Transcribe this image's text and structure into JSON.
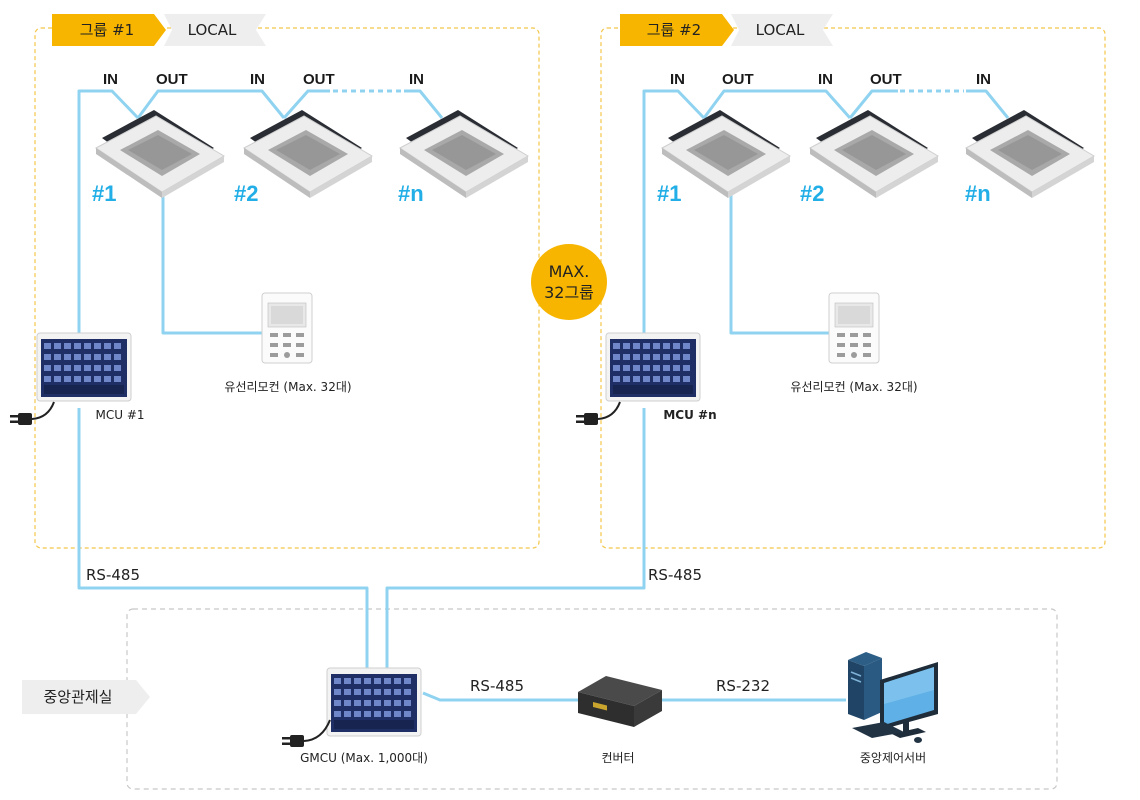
{
  "groups": [
    {
      "tab": "그룹 #1",
      "mode": "LOCAL",
      "io_labels": [
        "IN",
        "OUT",
        "IN",
        "OUT",
        "IN"
      ],
      "unit_labels": [
        "#1",
        "#2",
        "#n"
      ],
      "remote_label": "유선리모컨 (Max. 32대)",
      "mcu_label": "MCU #1",
      "bus_label": "RS-485"
    },
    {
      "tab": "그룹 #2",
      "mode": "LOCAL",
      "io_labels": [
        "IN",
        "OUT",
        "IN",
        "OUT",
        "IN"
      ],
      "unit_labels": [
        "#1",
        "#2",
        "#n"
      ],
      "remote_label": "유선리모컨 (Max. 32대)",
      "mcu_label": "MCU #n",
      "bus_label": "RS-485"
    }
  ],
  "max_badge": {
    "line1": "MAX.",
    "line2": "32그룹"
  },
  "central": {
    "tab": "중앙관제실",
    "gmcu_label": "GMCU (Max. 1,000대)",
    "link1_label": "RS-485",
    "converter_label": "컨버터",
    "link2_label": "RS-232",
    "server_label": "중앙제어서버"
  },
  "colors": {
    "wire": "#8fd3f0",
    "accent_blue": "#22aee6",
    "tab_yellow": "#f7b500",
    "tab_gray": "#eeeeee",
    "group_border": "#f3c64a",
    "central_border": "#c8c8c8"
  }
}
